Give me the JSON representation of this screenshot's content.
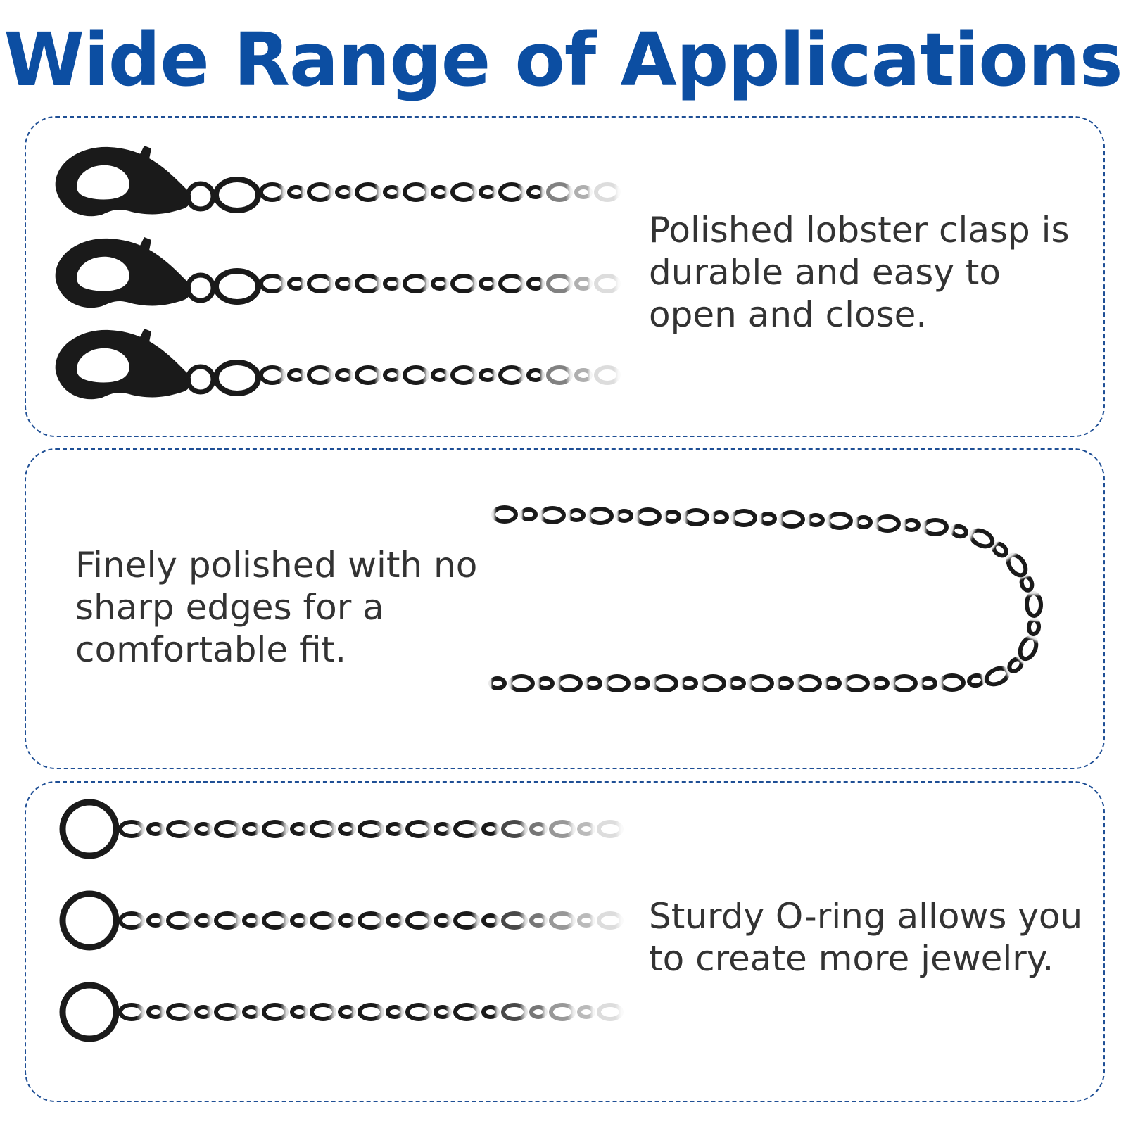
{
  "title": "Wide Range of Applications",
  "colors": {
    "title": "#0c4ea2",
    "border": "#1f4f95",
    "text": "#333333",
    "chain": "#1a1a1a"
  },
  "panels": [
    {
      "text": "Polished lobster clasp is durable and easy to open and close.",
      "image": "three-black-chains-with-lobster-clasps"
    },
    {
      "text": "Finely polished with no sharp edges for a comfortable fit.",
      "image": "black-chain-loop"
    },
    {
      "text": "Sturdy O-ring allows you to create more jewelry.",
      "image": "three-black-chains-with-o-rings"
    }
  ]
}
